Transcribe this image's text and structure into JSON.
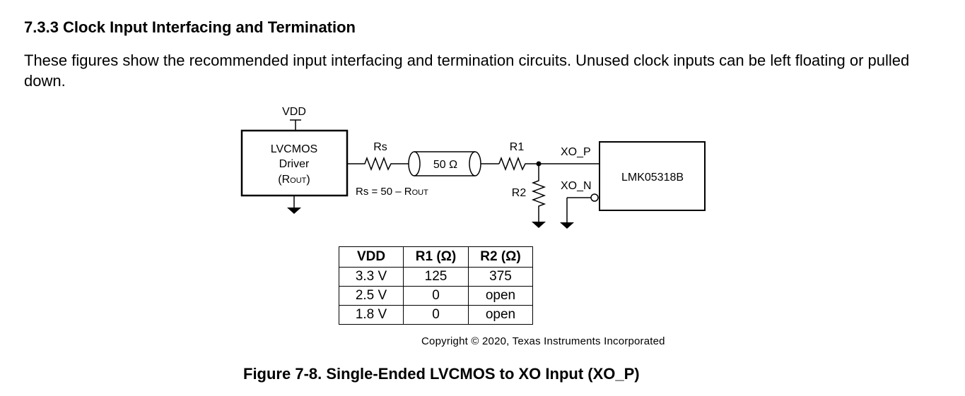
{
  "section": {
    "heading": "7.3.3 Clock Input Interfacing and Termination",
    "body": "These figures show the recommended input interfacing and termination circuits. Unused clock inputs can be left floating or pulled down."
  },
  "schematic": {
    "vdd_label": "VDD",
    "driver_line1": "LVCMOS",
    "driver_line2": "Driver",
    "driver_line3_prefix": "(R",
    "driver_line3_sub": "OUT",
    "driver_line3_suffix": ")",
    "rs_label": "Rs",
    "rs_eq_prefix": "Rs = 50 – R",
    "rs_eq_sub": "OUT",
    "line_impedance": "50 Ω",
    "r1_label": "R1",
    "r2_label": "R2",
    "xo_p_label": "XO_P",
    "xo_n_label": "XO_N",
    "device_label": "LMK05318B"
  },
  "table": {
    "headers": [
      "VDD",
      "R1 (Ω)",
      "R2 (Ω)"
    ],
    "rows": [
      [
        "3.3 V",
        "125",
        "375"
      ],
      [
        "2.5 V",
        "0",
        "open"
      ],
      [
        "1.8 V",
        "0",
        "open"
      ]
    ]
  },
  "copyright": "Copyright © 2020, Texas Instruments Incorporated",
  "caption": "Figure 7-8. Single-Ended LVCMOS to XO Input (XO_P)"
}
